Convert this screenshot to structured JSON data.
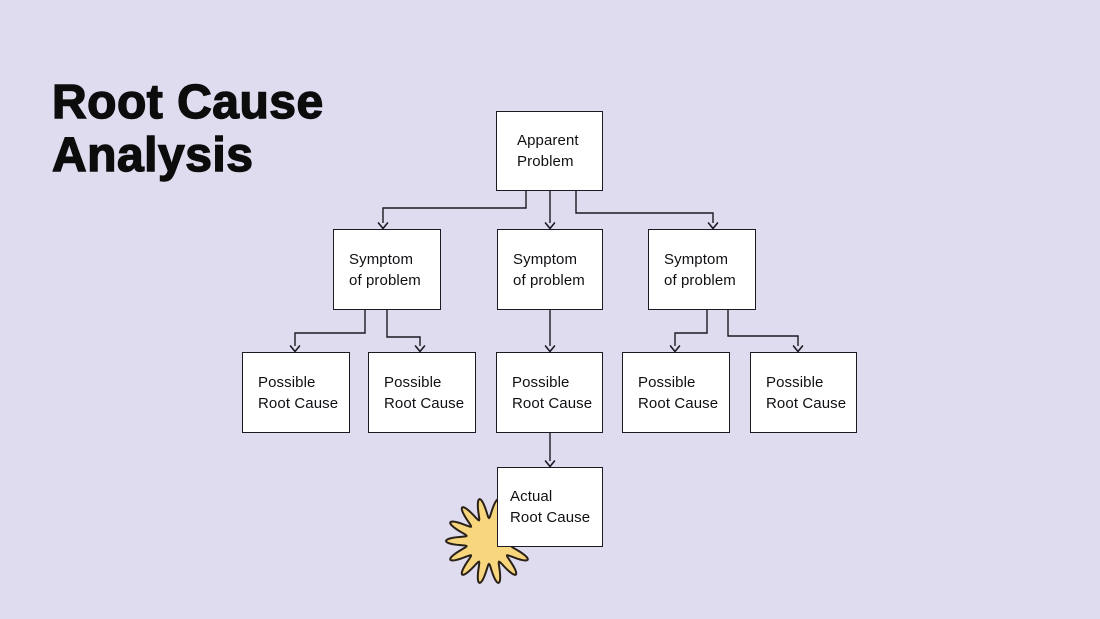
{
  "slide": {
    "title": {
      "line1": "Root Cause",
      "line2": "Analysis"
    }
  },
  "colors": {
    "background": "#DFDCEF",
    "box_fill": "#FFFFFF",
    "box_border": "#1A1A22",
    "connector_line": "#1A1A22",
    "title_text": "#0C0C0C",
    "starburst_fill": "#F8D67D",
    "starburst_stroke": "#2A2118"
  },
  "diagram": {
    "nodes": {
      "apparent": {
        "line1": "Apparent",
        "line2": "Problem"
      },
      "symptom1": {
        "line1": "Symptom",
        "line2": "of problem"
      },
      "symptom2": {
        "line1": "Symptom",
        "line2": "of problem"
      },
      "symptom3": {
        "line1": "Symptom",
        "line2": "of problem"
      },
      "possible1": {
        "line1": "Possible",
        "line2": "Root Cause"
      },
      "possible2": {
        "line1": "Possible",
        "line2": "Root Cause"
      },
      "possible3": {
        "line1": "Possible",
        "line2": "Root Cause"
      },
      "possible4": {
        "line1": "Possible",
        "line2": "Root Cause"
      },
      "possible5": {
        "line1": "Possible",
        "line2": "Root Cause"
      },
      "actual": {
        "line1": "Actual",
        "line2": "Root Cause"
      }
    }
  }
}
